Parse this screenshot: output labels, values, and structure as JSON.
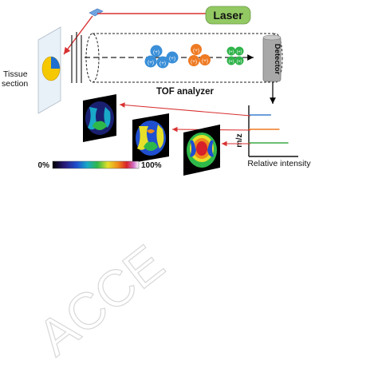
{
  "laser": {
    "label": "Laser",
    "color": "#93c963"
  },
  "tissue_section": {
    "line1": "Tissue",
    "line2": "section"
  },
  "tof_analyzer": {
    "label": "TOF analyzer"
  },
  "detector": {
    "label": "Detector"
  },
  "ion_label": "(+)",
  "ion_colors": {
    "group1": "#3a8fd8",
    "group2": "#ee7a22",
    "group3": "#2fb34a"
  },
  "spectrum": {
    "ylabel": "m/z",
    "xlabel": "Relative intensity",
    "peaks": [
      {
        "color": "#3a7fd0",
        "intensity": 0.45
      },
      {
        "color": "#ee7a22",
        "intensity": 0.62
      },
      {
        "color": "#3aa845",
        "intensity": 0.8
      }
    ]
  },
  "colorbar": {
    "min_label": "0%",
    "max_label": "100%"
  },
  "watermark": "ACCE"
}
